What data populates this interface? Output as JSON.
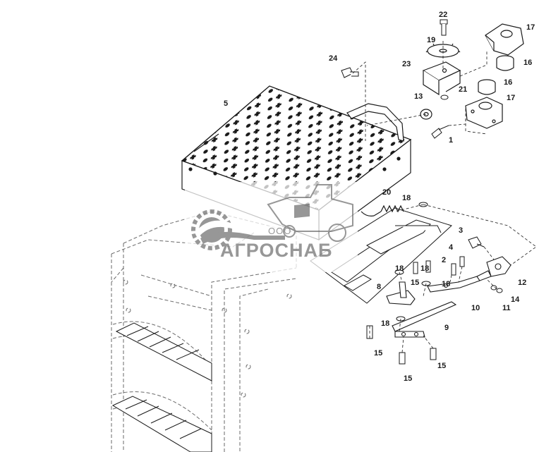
{
  "watermark": {
    "company_form": "ООО",
    "brand": "АГРОСНАБ"
  },
  "callouts": {
    "c1": "1",
    "c2": "2",
    "c3": "3",
    "c4": "4",
    "c5": "5",
    "c8": "8",
    "c9": "9",
    "c10": "10",
    "c11": "11",
    "c12": "12",
    "c13": "13",
    "c14": "14",
    "c15a": "15",
    "c15b": "15",
    "c15c": "15",
    "c15d": "15",
    "c15e": "15",
    "c16a": "16",
    "c16b": "16",
    "c17a": "17",
    "c17b": "17",
    "c18a": "18",
    "c18b": "18",
    "c18c": "18",
    "c18d": "18",
    "c19": "19",
    "c20": "20",
    "c21": "21",
    "c22": "22",
    "c23": "23",
    "c24": "24"
  },
  "colors": {
    "line": "#1a1a1a",
    "watermark": "#8c8c8c",
    "phantom": "#6a6a6a"
  }
}
